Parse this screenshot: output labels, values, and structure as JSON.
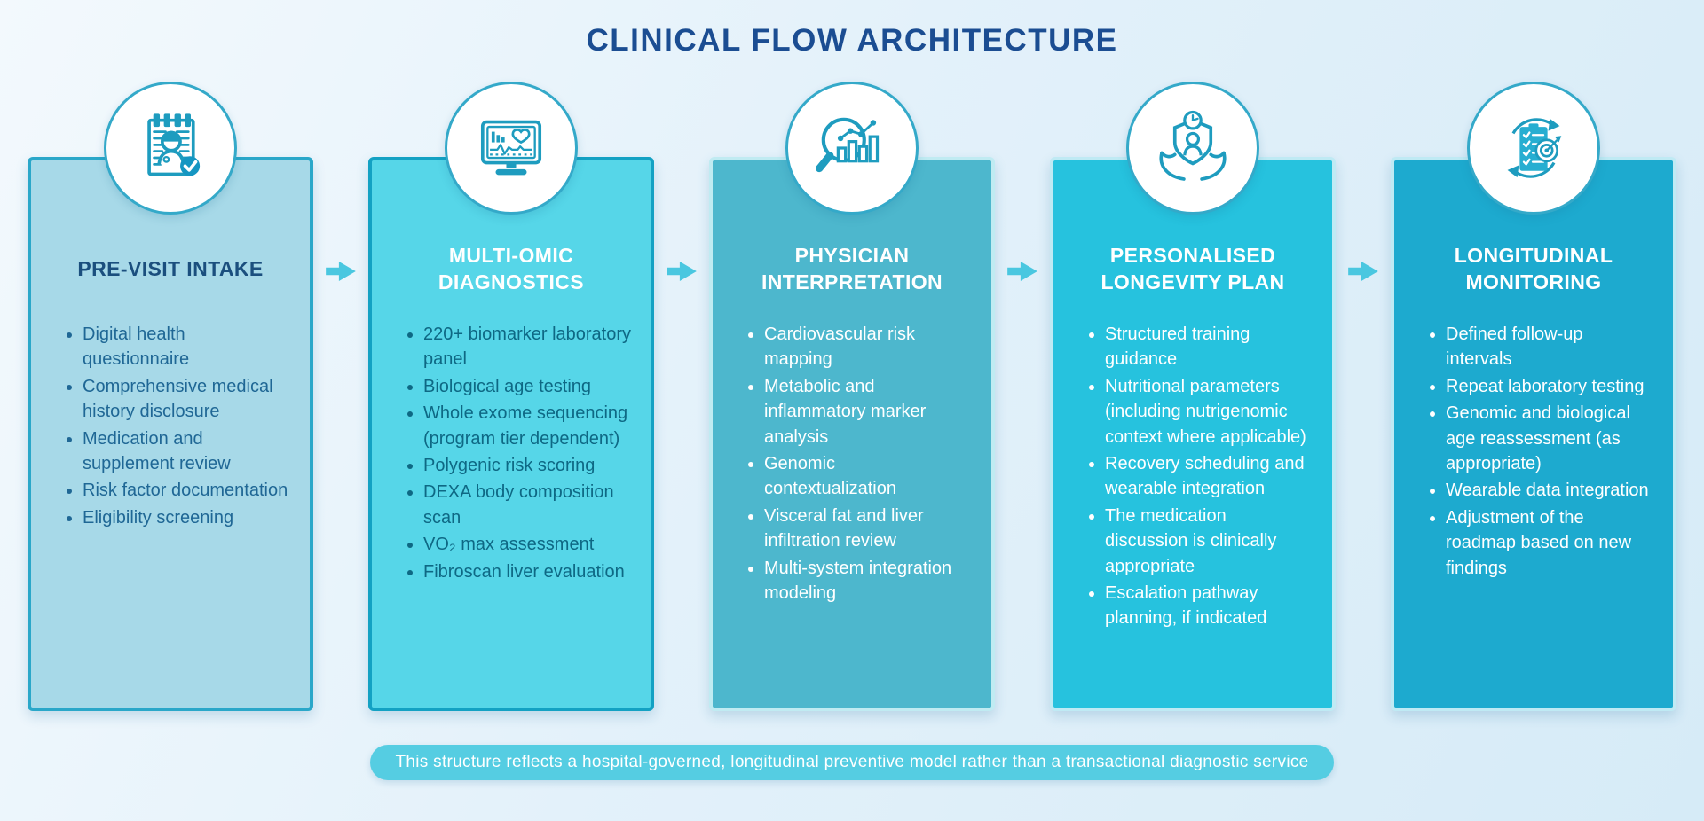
{
  "title": "CLINICAL FLOW ARCHITECTURE",
  "footer": "This structure reflects a hospital-governed, longitudinal preventive model rather than a transactional diagnostic service",
  "colors": {
    "page_title": "#1b4d92",
    "arrow": "#4ac7e0",
    "footer_pill": "#55cde2",
    "icon_stroke": "#1e9cbf",
    "icon_circle_ring": "#34a9c9"
  },
  "stages": [
    {
      "title": "PRE-VISIT INTAKE",
      "icon": "intake-form",
      "colors": {
        "fill": "#a7d9e8",
        "border": "#2aa7c9",
        "title": "#1b4f7e",
        "text": "#1f6795"
      },
      "items": [
        "Digital health questionnaire",
        "Comprehensive medical history disclosure",
        "Medication and supplement review",
        "Risk factor documentation",
        "Eligibility screening"
      ]
    },
    {
      "title": "MULTI-OMIC DIAGNOSTICS",
      "icon": "diagnostics-monitor",
      "colors": {
        "fill": "#56d6e8",
        "border": "#13a1c3",
        "title": "#ffffff",
        "text": "#0e6884"
      },
      "items": [
        "220+ biomarker laboratory panel",
        "Biological age testing",
        "Whole exome sequencing (program tier dependent)",
        "Polygenic risk scoring",
        "DEXA body composition scan",
        "VO₂ max assessment",
        "Fibroscan liver evaluation"
      ]
    },
    {
      "title": "PHYSICIAN INTERPRETATION",
      "icon": "magnifier-chart",
      "colors": {
        "fill": "#4db7cd",
        "border": "#c0ebf2",
        "title": "#ffffff",
        "text": "#ffffff"
      },
      "items": [
        "Cardiovascular risk mapping",
        "Metabolic and inflammatory marker analysis",
        "Genomic contextualization",
        "Visceral fat and liver infiltration review",
        "Multi-system integration modeling"
      ]
    },
    {
      "title": "PERSONALISED LONGEVITY PLAN",
      "icon": "hands-shield",
      "colors": {
        "fill": "#26c2de",
        "border": "#bfeaf4",
        "title": "#ffffff",
        "text": "#ffffff"
      },
      "items": [
        "Structured training guidance",
        "Nutritional parameters (including nutrigenomic context where applicable)",
        "Recovery scheduling and wearable integration",
        "The medication discussion is clinically appropriate",
        "Escalation pathway planning, if indicated"
      ]
    },
    {
      "title": "LONGITUDINAL MONITORING",
      "icon": "checklist-cycle",
      "colors": {
        "fill": "#1daacf",
        "border": "#bfeaf4",
        "title": "#ffffff",
        "text": "#ffffff"
      },
      "items": [
        "Defined follow-up intervals",
        "Repeat laboratory testing",
        "Genomic and biological age reassessment (as appropriate)",
        "Wearable data integration",
        "Adjustment of the roadmap based on new findings"
      ]
    }
  ]
}
